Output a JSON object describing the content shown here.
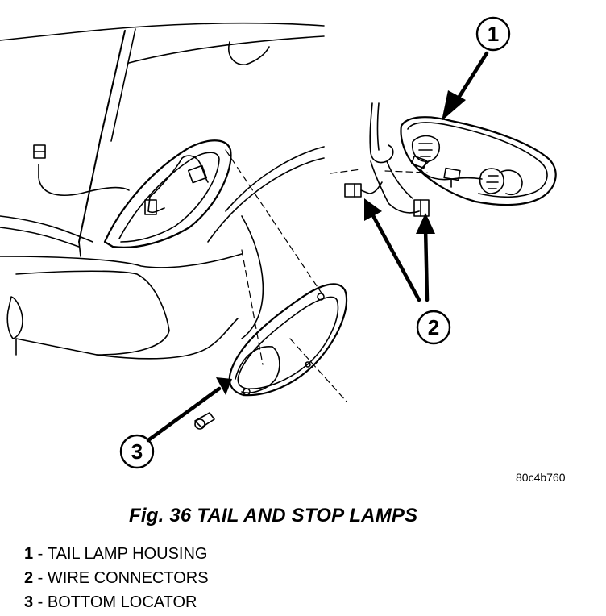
{
  "figure": {
    "reference_code": "80c4b760",
    "title": "Fig. 36 TAIL AND STOP LAMPS"
  },
  "callouts": [
    {
      "number": "1",
      "label": "TAIL LAMP HOUSING"
    },
    {
      "number": "2",
      "label": "WIRE CONNECTORS"
    },
    {
      "number": "3",
      "label": "BOTTOM LOCATOR"
    }
  ],
  "legend_separator": " - "
}
